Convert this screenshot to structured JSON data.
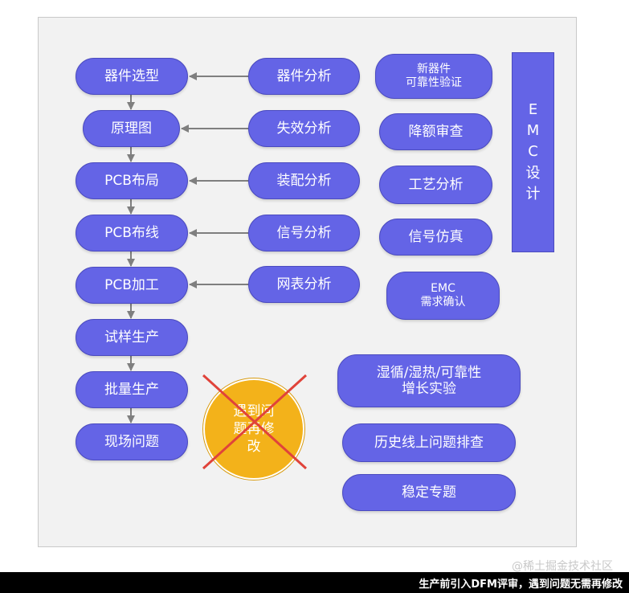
{
  "flow": {
    "steps": [
      "器件选型",
      "原理图",
      "PCB布局",
      "PCB布线",
      "PCB加工",
      "试样生产",
      "批量生产",
      "现场问题"
    ]
  },
  "analysis": {
    "items": [
      "器件分析",
      "失效分析",
      "装配分析",
      "信号分析",
      "网表分析"
    ]
  },
  "checks": {
    "items": [
      "新器件\n可靠性验证",
      "降额审查",
      "工艺分析",
      "信号仿真",
      "EMC\n需求确认"
    ]
  },
  "reliability": {
    "items": [
      "湿循/湿热/可靠性\n增长实验",
      "历史线上问题排查",
      "稳定专题"
    ]
  },
  "emc_bar": {
    "label": "E\nM\nC\n设\n计"
  },
  "crossed": {
    "label": "遇到问\n题再修\n改"
  },
  "colors": {
    "node": "#6464e6",
    "circle": "#f3b21a",
    "cross": "#e0433a"
  },
  "footer": {
    "watermark": "@稀土掘金技术社区",
    "caption": "生产前引入DFM评审，遇到问题无需再修改"
  }
}
